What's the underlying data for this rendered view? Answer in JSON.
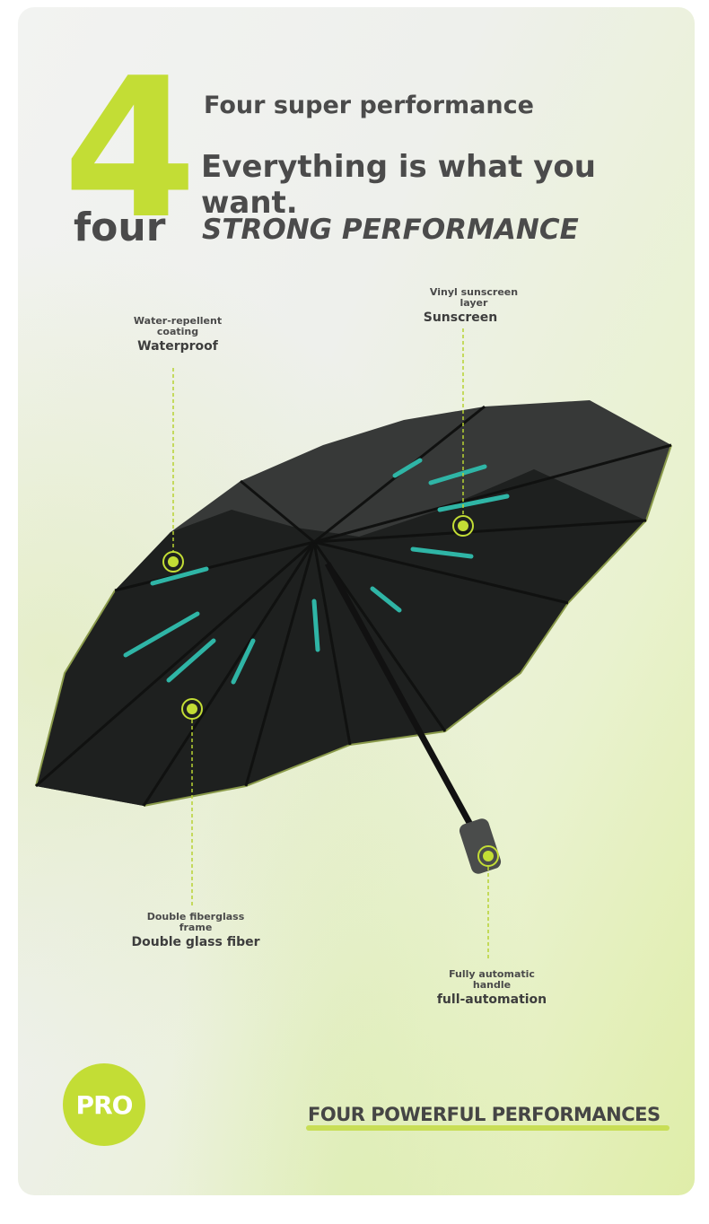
{
  "headline": {
    "digit": "4",
    "word": "four",
    "line1": "Four super performance",
    "line2": "Everything is what you want.",
    "line3": "STRONG PERFORMANCE"
  },
  "callouts": [
    {
      "id": "waterproof",
      "small": "Water-repellent\ncoating",
      "main": "Waterproof"
    },
    {
      "id": "sunscreen",
      "small": "Vinyl sunscreen\nlayer",
      "main": "Sunscreen"
    },
    {
      "id": "glassfiber",
      "small": "Double fiberglass\nframe",
      "main": "Double glass fiber"
    },
    {
      "id": "automatic",
      "small": "Fully automatic\nhandle",
      "main": "full-automation"
    }
  ],
  "badge": {
    "label": "PRO"
  },
  "footer": {
    "title": "FOUR POWERFUL PERFORMANCES"
  },
  "colors": {
    "accent": "#c3dd35",
    "text": "#4b4b4b",
    "canopy": "#2b2d2c",
    "rib_highlight": "#2fb5a6"
  }
}
